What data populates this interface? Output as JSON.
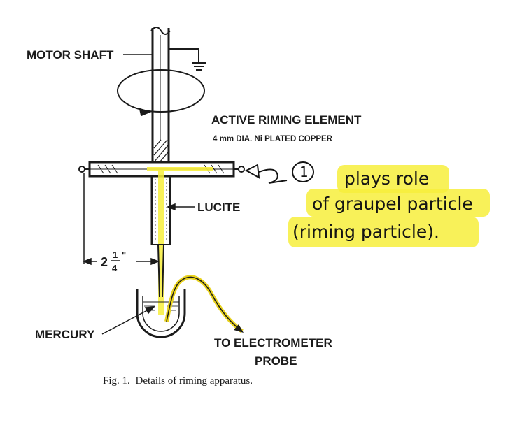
{
  "labels": {
    "motor_shaft": "MOTOR SHAFT",
    "active_riming_element": "ACTIVE RIMING ELEMENT",
    "element_spec": "4 mm  DIA.  Ni PLATED COPPER",
    "lucite": "LUCITE",
    "dimension_whole": "2",
    "dimension_num": "1",
    "dimension_den": "4",
    "dimension_unit": "\"",
    "mercury": "MERCURY",
    "to_electrometer": "TO ELECTROMETER",
    "probe": "PROBE"
  },
  "annotation": {
    "number": "1",
    "line1": "plays role",
    "line2": "of graupel particle",
    "line3": "(riming particle)."
  },
  "caption": {
    "prefix": "Fig. 1.",
    "text": "Details of riming apparatus."
  },
  "colors": {
    "ink": "#1b1b1b",
    "highlight": "#f7ee3c",
    "wire": "#e8d21e"
  }
}
